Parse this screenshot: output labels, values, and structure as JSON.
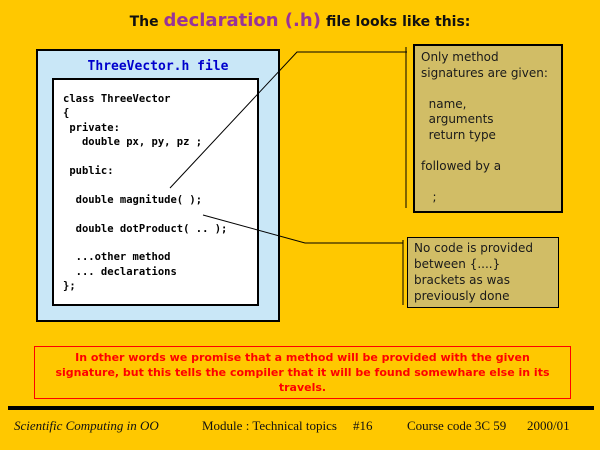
{
  "slide": {
    "title": {
      "prefix": "The ",
      "highlight": "declaration (.h)",
      "suffix": " file looks like this:"
    },
    "code_panel": {
      "heading": "ThreeVector.h file",
      "code": "class ThreeVector\n{\n private:\n   double px, py, pz ;\n\n public:\n\n  double magnitude( );\n\n  double dotProduct( .. );\n\n  ...other method\n  ... declarations\n};"
    },
    "notes": [
      {
        "text": "Only method\nsignatures are given:\n\n  name,\n  arguments\n  return type\n\nfollowed by a\n\n   ;"
      },
      {
        "text": "No code is provided\nbetween {....}\nbrackets as was\npreviously done"
      }
    ],
    "summary": "In other words we promise that a method will be provided  with the given\nsignature, but this tells the compiler that it will be found somewhare else in its\ntravels.",
    "footer": {
      "course": "Scientific Computing in OO",
      "module": "Module : Technical topics",
      "slide_number": "#16",
      "course_code": "Course code 3C 59",
      "year": "2000/01"
    },
    "colors": {
      "background": "#FFC800",
      "note_fill": "#D1BD66",
      "panel_fill": "#C9E7F7",
      "title_highlight": "#993399",
      "heading_blue": "#0000CC",
      "summary_red": "#FF0000"
    }
  }
}
